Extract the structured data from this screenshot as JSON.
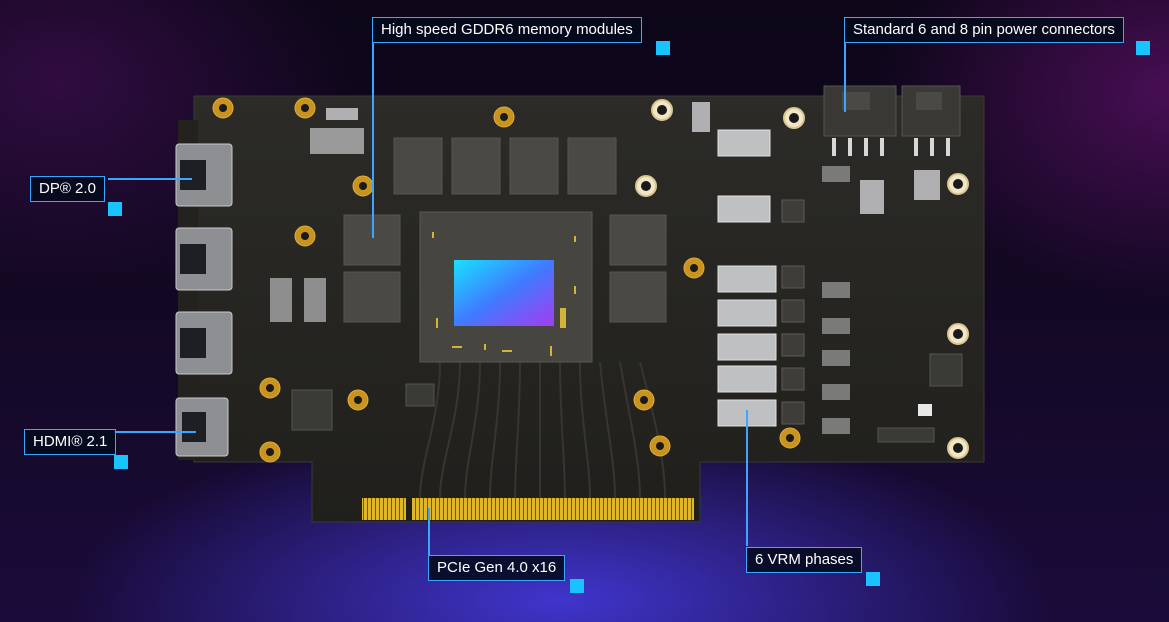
{
  "colors": {
    "accent": "#19c3ff",
    "leader_line": "#3aa6ff",
    "pcb": "#262521",
    "gold": "#c9a21a",
    "background": "#120822"
  },
  "callouts": {
    "memory": "High speed GDDR6 memory modules",
    "power": "Standard 6 and 8 pin power connectors",
    "dp": "DP® 2.0",
    "hdmi": "HDMI® 2.1",
    "pcie": "PCIe Gen 4.0 x16",
    "vrm": "6 VRM phases"
  }
}
